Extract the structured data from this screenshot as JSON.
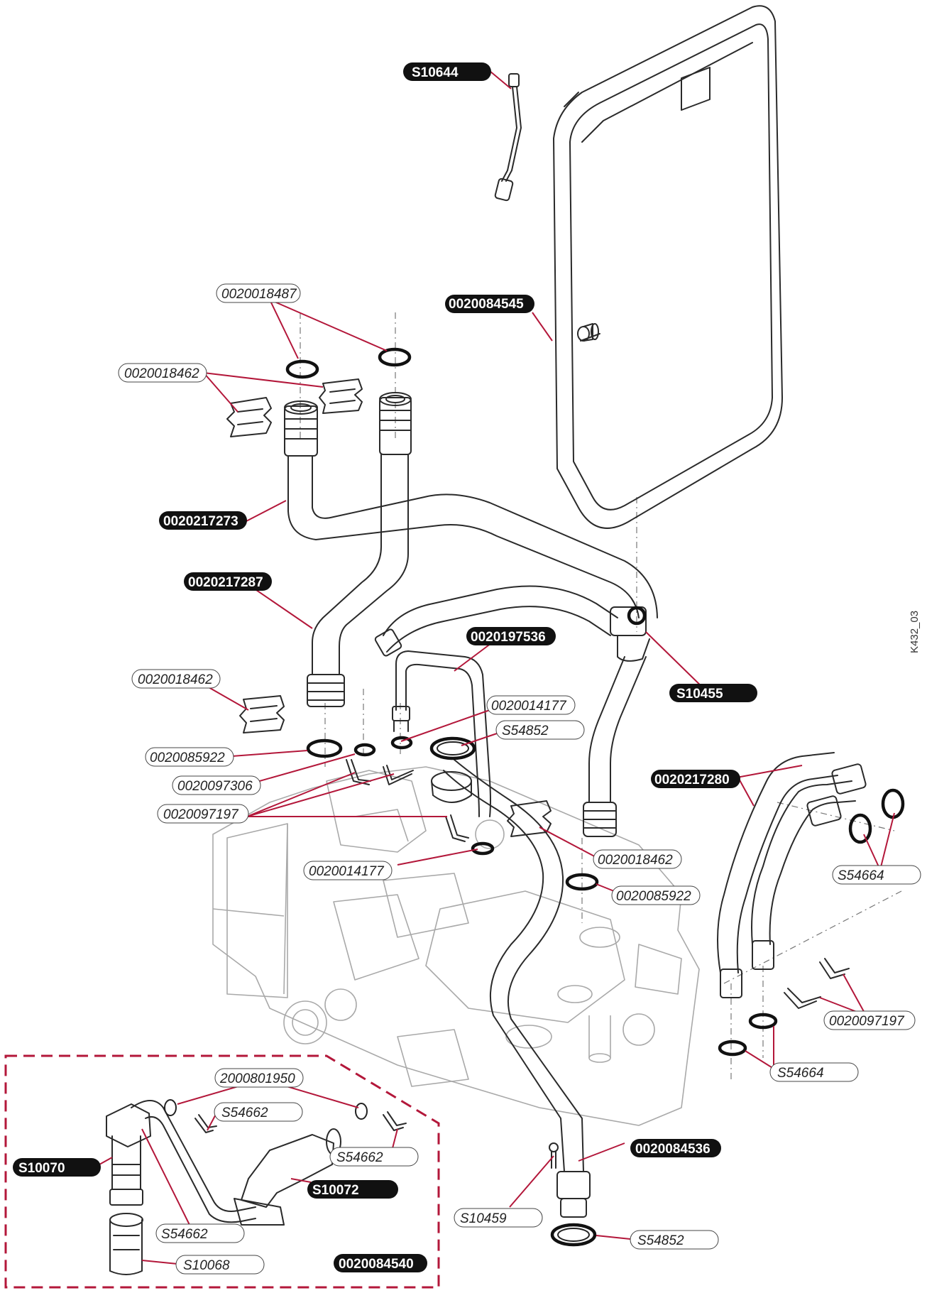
{
  "diagram": {
    "drawing_code": "K432_03",
    "accent_color": "#b3173a",
    "kit_box_color": "#b3173a",
    "labels": [
      {
        "id": "s10644",
        "text": "S10644",
        "style": "dark"
      },
      {
        "id": "p0020084545",
        "text": "0020084545",
        "style": "dark"
      },
      {
        "id": "p0020018487",
        "text": "0020018487",
        "style": "light"
      },
      {
        "id": "p0020018462a",
        "text": "0020018462",
        "style": "light"
      },
      {
        "id": "p0020217273",
        "text": "0020217273",
        "style": "dark"
      },
      {
        "id": "p0020217287",
        "text": "0020217287",
        "style": "dark"
      },
      {
        "id": "p0020197536",
        "text": "0020197536",
        "style": "dark"
      },
      {
        "id": "s10455",
        "text": "S10455",
        "style": "dark"
      },
      {
        "id": "p0020018462b",
        "text": "0020018462",
        "style": "light"
      },
      {
        "id": "p0020014177a",
        "text": "0020014177",
        "style": "light"
      },
      {
        "id": "s54852a",
        "text": "S54852",
        "style": "light"
      },
      {
        "id": "p0020085922a",
        "text": "0020085922",
        "style": "light"
      },
      {
        "id": "p0020097306",
        "text": "0020097306",
        "style": "light"
      },
      {
        "id": "p0020097197a",
        "text": "0020097197",
        "style": "light"
      },
      {
        "id": "p0020217280",
        "text": "0020217280",
        "style": "dark"
      },
      {
        "id": "p0020018462c",
        "text": "0020018462",
        "style": "light"
      },
      {
        "id": "p0020014177b",
        "text": "0020014177",
        "style": "light"
      },
      {
        "id": "p0020085922b",
        "text": "0020085922",
        "style": "light"
      },
      {
        "id": "s54664a",
        "text": "S54664",
        "style": "light"
      },
      {
        "id": "p0020097197b",
        "text": "0020097197",
        "style": "light"
      },
      {
        "id": "s54664b",
        "text": "S54664",
        "style": "light"
      },
      {
        "id": "p2000801950",
        "text": "2000801950",
        "style": "light"
      },
      {
        "id": "s54662a",
        "text": "S54662",
        "style": "light"
      },
      {
        "id": "s54662b",
        "text": "S54662",
        "style": "light"
      },
      {
        "id": "s10070",
        "text": "S10070",
        "style": "dark"
      },
      {
        "id": "s10072",
        "text": "S10072",
        "style": "dark"
      },
      {
        "id": "s54662c",
        "text": "S54662",
        "style": "light"
      },
      {
        "id": "s10068",
        "text": "S10068",
        "style": "light"
      },
      {
        "id": "p0020084540",
        "text": "0020084540",
        "style": "dark"
      },
      {
        "id": "p0020084536",
        "text": "0020084536",
        "style": "dark"
      },
      {
        "id": "s10459",
        "text": "S10459",
        "style": "light"
      },
      {
        "id": "s54852b",
        "text": "S54852",
        "style": "light"
      }
    ]
  }
}
